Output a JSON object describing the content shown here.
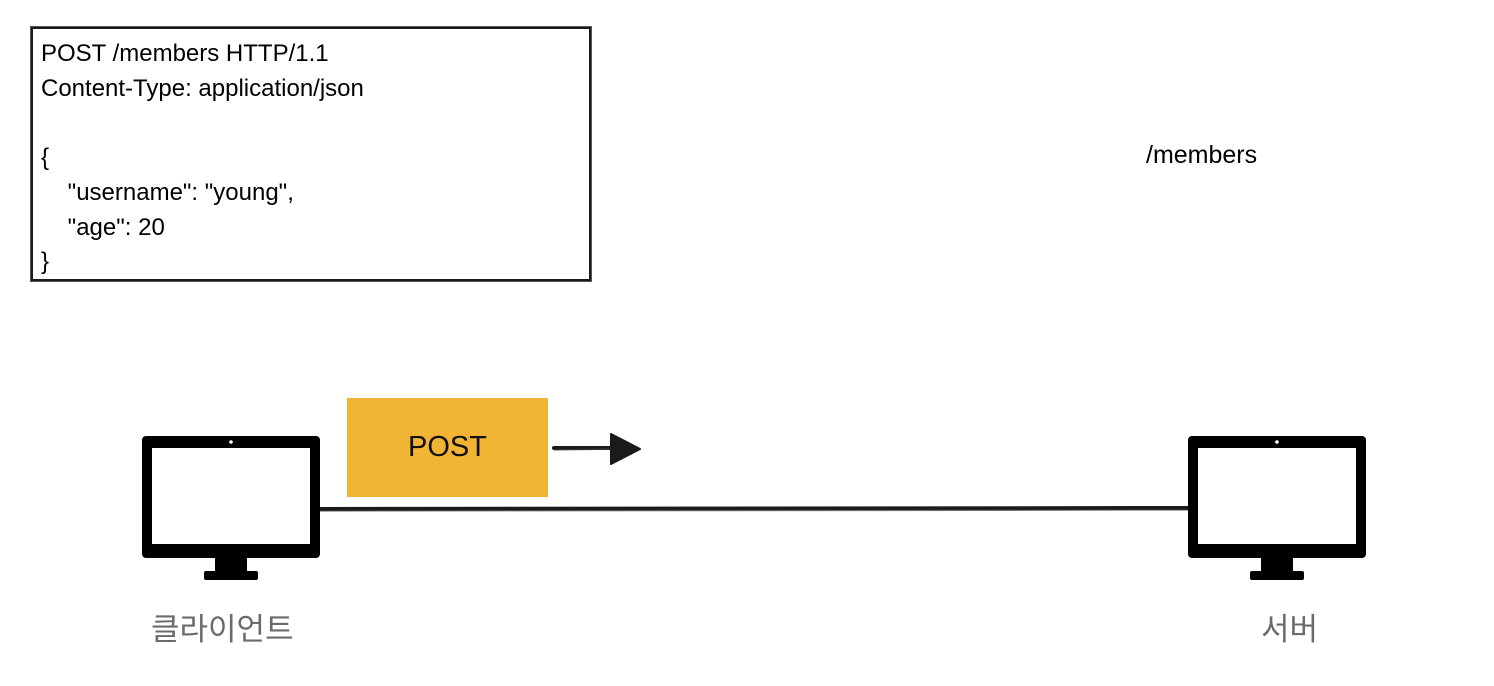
{
  "request": {
    "lines": [
      "POST /members HTTP/1.1",
      "Content-Type: application/json",
      "",
      "{",
      "    \"username\": \"young\",",
      "    \"age\": 20",
      "}"
    ]
  },
  "server_path": "/members",
  "method": "POST",
  "client": {
    "label": "클라이언트",
    "icon": "monitor-icon"
  },
  "server": {
    "label": "서버",
    "icon": "monitor-icon"
  },
  "colors": {
    "method_box": "#f1b434",
    "node_label": "#6b6b6b",
    "line": "#1a1a1a"
  }
}
